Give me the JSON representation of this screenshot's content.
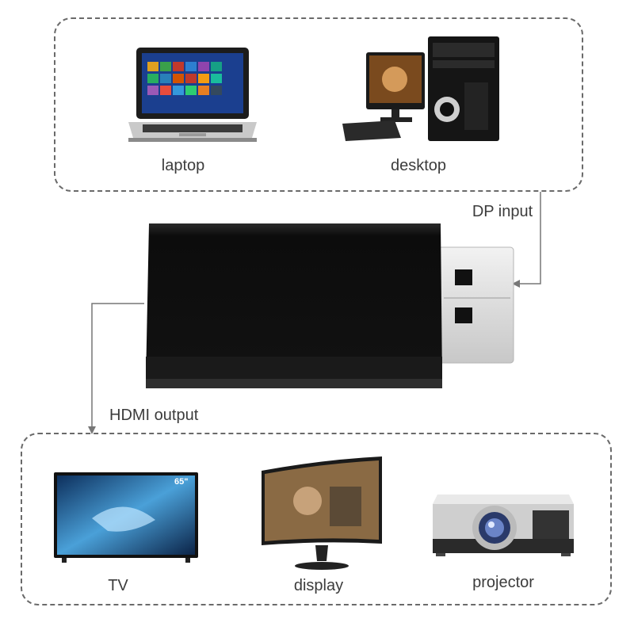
{
  "sources": {
    "laptop": "laptop",
    "desktop": "desktop"
  },
  "adapter": {
    "input_label": "DP input",
    "output_label": "HDMI output"
  },
  "outputs": {
    "tv": "TV",
    "tv_size_badge": "65\"",
    "display": "display",
    "projector": "projector"
  },
  "colors": {
    "dashed_border": "#6a6a6a",
    "connector_line": "#777777",
    "adapter_body": "#111111",
    "plug_metal": "#e4e4e4"
  }
}
